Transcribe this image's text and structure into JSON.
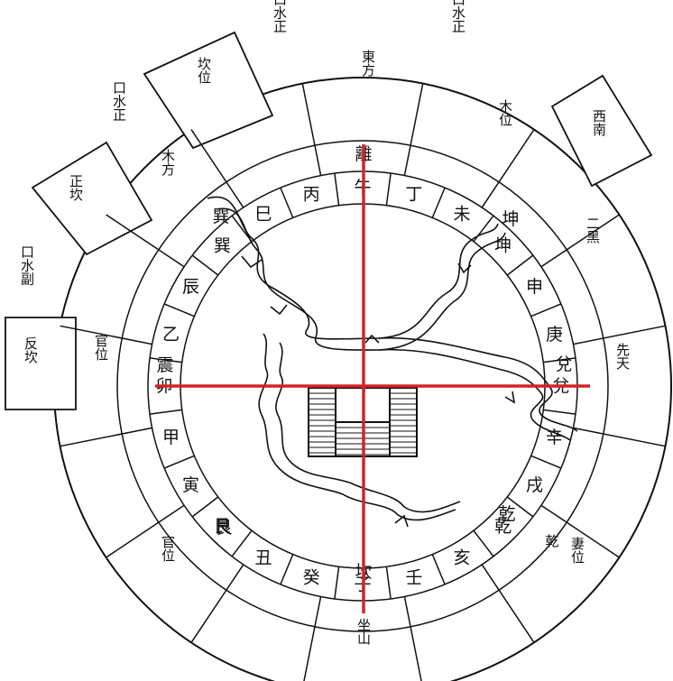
{
  "ring_inner": [
    {
      "id": "wu",
      "text": "午"
    },
    {
      "id": "ding",
      "text": "丁"
    },
    {
      "id": "wei",
      "text": "未"
    },
    {
      "id": "kun",
      "text": "坤"
    },
    {
      "id": "shen",
      "text": "申"
    },
    {
      "id": "geng",
      "text": "庚"
    },
    {
      "id": "dui",
      "text": "兌"
    },
    {
      "id": "xin",
      "text": "辛"
    },
    {
      "id": "xu",
      "text": "戌"
    },
    {
      "id": "qian",
      "text": "乾"
    },
    {
      "id": "hai",
      "text": "亥"
    },
    {
      "id": "ren",
      "text": "壬"
    },
    {
      "id": "zi",
      "text": "子"
    },
    {
      "id": "gui",
      "text": "癸"
    },
    {
      "id": "chou",
      "text": "丑"
    },
    {
      "id": "gen",
      "text": "艮"
    },
    {
      "id": "yin",
      "text": "寅"
    },
    {
      "id": "jia",
      "text": "甲"
    },
    {
      "id": "mao",
      "text": "卯"
    },
    {
      "id": "yi",
      "text": "乙"
    },
    {
      "id": "chen",
      "text": "辰"
    },
    {
      "id": "xun",
      "text": "巽"
    },
    {
      "id": "si",
      "text": "巳"
    },
    {
      "id": "bing",
      "text": "丙"
    }
  ],
  "ring_center_labels": {
    "li": "離",
    "kun": "坤",
    "dui": "兌",
    "qian": "乾",
    "kan": "坎",
    "gen": "艮",
    "zhen": "震",
    "xun": "巽"
  },
  "ring_outer": {
    "top": "東方",
    "top_right": "木位",
    "right_upper": "二黑",
    "right": "先天",
    "right_lower": "乾",
    "bottom_right": "妻位",
    "bottom": "坐山",
    "bottom_left": "官位",
    "left": "官位",
    "top_left": "木方"
  },
  "outer_boxes": {
    "top": "坎位",
    "top_left": "正坎",
    "left": "反坎",
    "top_right": "西南"
  },
  "water_labels": {
    "top_left_1": "口水正",
    "top_left_2": "口水正",
    "left": "口水副",
    "top_right": "口水正"
  }
}
